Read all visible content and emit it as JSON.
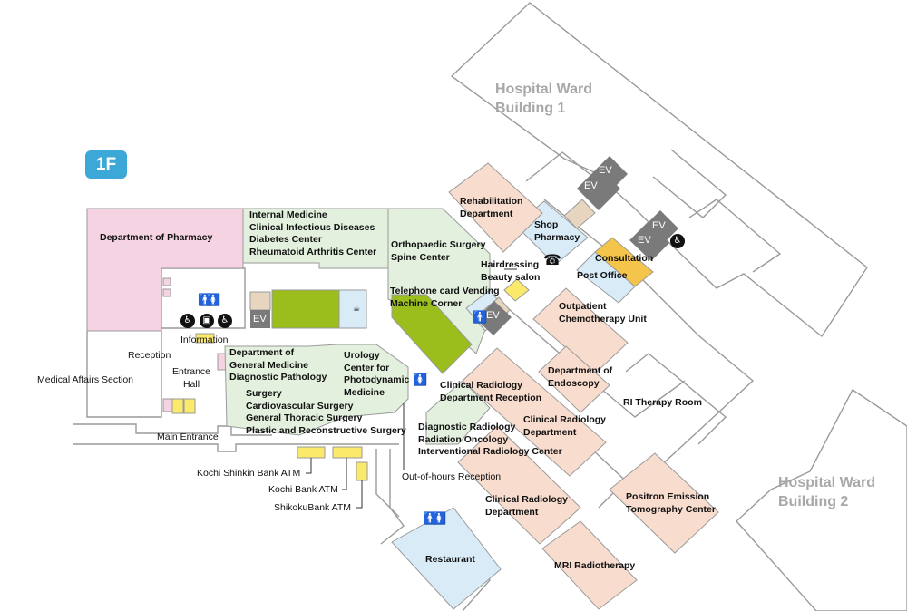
{
  "floor": "1F",
  "wards": {
    "ward1": [
      "Hospital Ward",
      "Building 1"
    ],
    "ward2": [
      "Hospital Ward",
      "Building 2"
    ]
  },
  "rooms": {
    "pharmacy": "Department of Pharmacy",
    "internal": [
      "Internal Medicine",
      "Clinical Infectious Diseases",
      "Diabetes Center",
      "Rheumatoid Arthritis Center"
    ],
    "ortho": [
      "Orthopaedic Surgery",
      "Spine Center"
    ],
    "rehab": [
      "Rehabilitation",
      "Department"
    ],
    "shop": [
      "Shop",
      "Pharmacy"
    ],
    "hair": [
      "Hairdressing",
      "Beauty salon"
    ],
    "telcard": [
      "Telephone card Vending",
      "Machine Corner"
    ],
    "consultation": "Consultation",
    "post": "Post Office",
    "chemo": [
      "Outpatient",
      "Chemotherapy Unit"
    ],
    "endoscopy": [
      "Department of",
      "Endoscopy"
    ],
    "ri": "RI Therapy Room",
    "crad_reception": [
      "Clinical Radiology",
      "Department Reception"
    ],
    "crad_dept1": [
      "Clinical Radiology",
      "Department"
    ],
    "diag_rad": [
      "Diagnostic Radiology",
      "Radiation Oncology",
      "Interventional Radiology Center"
    ],
    "crad_dept2": [
      "Clinical Radiology",
      "Department"
    ],
    "pet": [
      "Positron Emission",
      "Tomography Center"
    ],
    "mri": "MRI Radiotherapy",
    "restaurant": "Restaurant",
    "urology": [
      "Urology",
      "Center for",
      "Photodynamic",
      "Medicine"
    ],
    "general_med": [
      "Department of",
      "General Medicine",
      "Diagnostic Pathology"
    ],
    "surgery": [
      "Surgery",
      "Cardiovascular Surgery",
      "General Thoracic Surgery",
      "Plastic and Reconstructive Surgery"
    ],
    "information": "Information",
    "reception": "Reception",
    "medical_affairs": "Medical Affairs Section",
    "entrance_hall": [
      "Entrance",
      "Hall"
    ],
    "main_entrance": "Main Entrance",
    "out_of_hours": "Out-of-hours Reception",
    "atm_kochi_shinkin": "Kochi Shinkin Bank ATM",
    "atm_kochi": "Kochi Bank ATM",
    "atm_shikoku": "ShikokuBank ATM"
  },
  "ev_label": "EV",
  "colors": {
    "pink": "#f6d3e2",
    "green": "#e3f0de",
    "salmon": "#f8dccd",
    "blue": "#d8ebf7",
    "lime": "#9bbe1c",
    "yellow": "#fbe96b",
    "orange": "#f5c44b",
    "ev_gray": "#7a7a7a",
    "badge": "#3ba8d7",
    "outline": "#9a9a9a"
  }
}
